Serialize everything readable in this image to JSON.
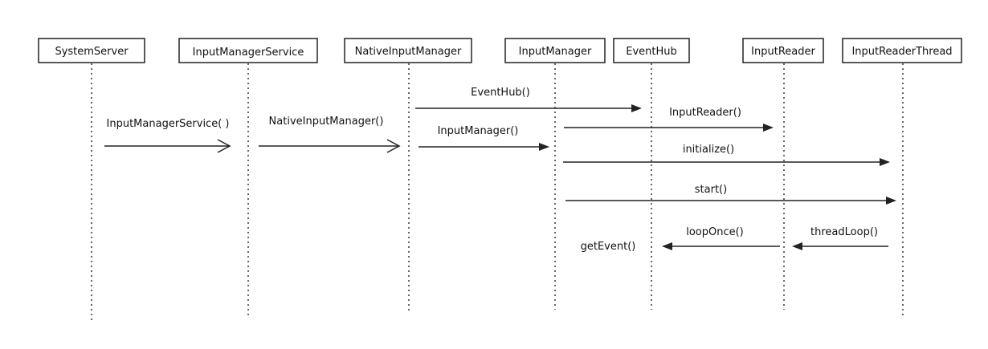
{
  "participants": [
    {
      "id": "systemserver",
      "label": "SystemServer"
    },
    {
      "id": "inputmanagerservice",
      "label": "InputManagerService"
    },
    {
      "id": "nativeinputmanager",
      "label": "NativeInputManager"
    },
    {
      "id": "inputmanager",
      "label": "InputManager"
    },
    {
      "id": "eventhub",
      "label": "EventHub"
    },
    {
      "id": "inputreader",
      "label": "InputReader"
    },
    {
      "id": "inputreaderthread",
      "label": "InputReaderThread"
    }
  ],
  "messages": [
    {
      "id": "inputmanagerservice-call",
      "label": "InputManagerService( )",
      "from": "systemserver",
      "to": "inputmanagerservice",
      "arrow": "open"
    },
    {
      "id": "nativeinputmanager-call",
      "label": "NativeInputManager()",
      "from": "inputmanagerservice",
      "to": "nativeinputmanager",
      "arrow": "open"
    },
    {
      "id": "eventhub-call",
      "label": "EventHub()",
      "from": "nativeinputmanager",
      "to": "eventhub",
      "arrow": "filled"
    },
    {
      "id": "inputmanager-call",
      "label": "InputManager()",
      "from": "nativeinputmanager",
      "to": "inputmanager",
      "arrow": "filled"
    },
    {
      "id": "inputreader-call",
      "label": "InputReader()",
      "from": "inputmanager",
      "to": "inputreader",
      "arrow": "filled"
    },
    {
      "id": "initialize-call",
      "label": "initialize()",
      "from": "inputmanager",
      "to": "inputreaderthread",
      "arrow": "filled"
    },
    {
      "id": "start-call",
      "label": "start()",
      "from": "inputmanager",
      "to": "inputreaderthread",
      "arrow": "filled"
    },
    {
      "id": "threadloop-call",
      "label": "threadLoop()",
      "from": "inputreaderthread",
      "to": "inputreader",
      "arrow": "filled"
    },
    {
      "id": "looponce-call",
      "label": "loopOnce()",
      "from": "inputreader",
      "to": "eventhub",
      "arrow": "filled"
    }
  ],
  "notes": [
    {
      "id": "getevent-note",
      "label": "getEvent()",
      "at": "eventhub"
    }
  ],
  "colors": {
    "line": "#222222",
    "text": "#111111",
    "background": "#ffffff"
  }
}
